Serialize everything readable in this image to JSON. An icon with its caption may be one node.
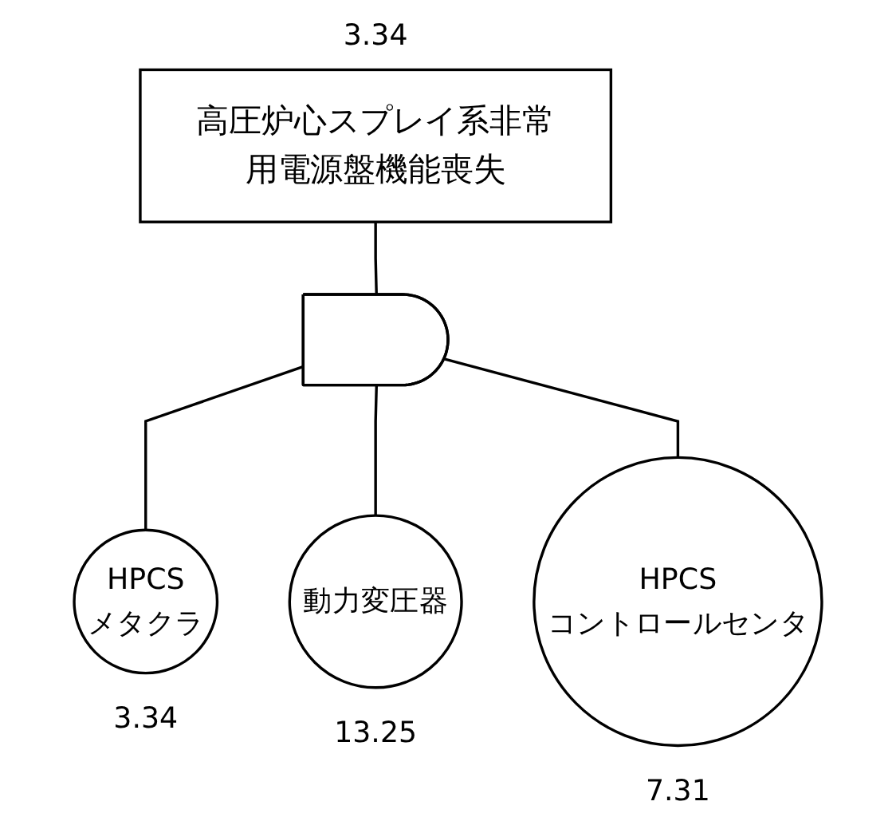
{
  "diagram": {
    "nodes": [
      {
        "text": [
          "高圧炉心スプレイ系非常用電源盤機能喪失"
        ],
        "beside": [
          "3.34"
        ]
      },
      {
        "text": [],
        "shape": "gate"
      },
      {
        "text": [
          "HPCS",
          "メタクラ"
        ],
        "beside": [
          "3.34"
        ]
      },
      {
        "text": [
          "動力変圧器"
        ],
        "beside": [
          "13.25"
        ]
      },
      {
        "text": [
          "HPCS",
          "コントロールセンタ"
        ],
        "beside": [
          "7.31"
        ]
      }
    ],
    "edges": [
      {
        "from": 0,
        "to": 1,
        "arrow": "none"
      },
      {
        "from": 1,
        "to": 2,
        "arrow": "none"
      },
      {
        "from": 1,
        "to": 3,
        "arrow": "none"
      },
      {
        "from": 1,
        "to": 4,
        "arrow": "none"
      }
    ]
  }
}
